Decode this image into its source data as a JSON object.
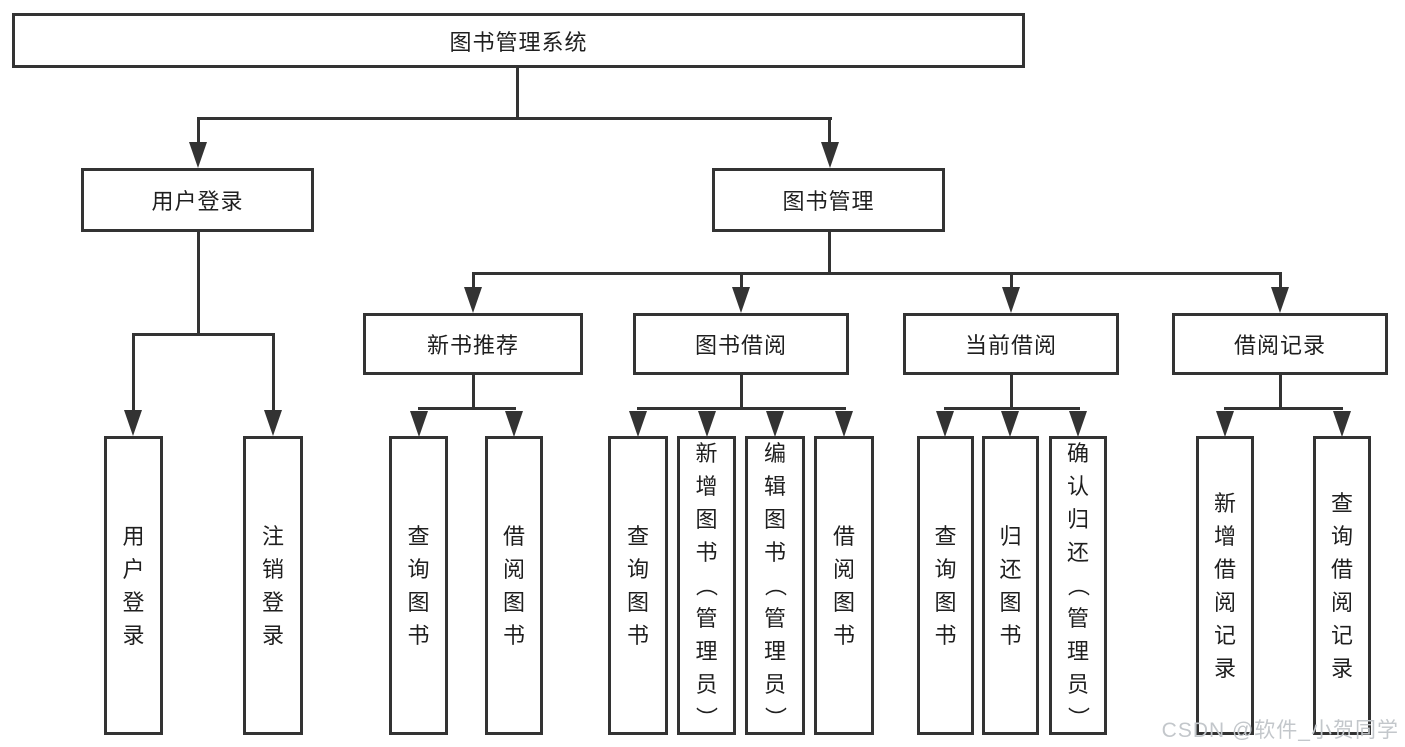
{
  "tree": {
    "label": "图书管理系统",
    "children": [
      {
        "label": "用户登录",
        "children": [
          {
            "label": "用户登录"
          },
          {
            "label": "注销登录"
          }
        ]
      },
      {
        "label": "图书管理",
        "children": [
          {
            "label": "新书推荐",
            "children": [
              {
                "label": "查询图书"
              },
              {
                "label": "借阅图书"
              }
            ]
          },
          {
            "label": "图书借阅",
            "children": [
              {
                "label": "查询图书"
              },
              {
                "label": "新增图书（管理员）"
              },
              {
                "label": "编辑图书（管理员）"
              },
              {
                "label": "借阅图书"
              }
            ]
          },
          {
            "label": "当前借阅",
            "children": [
              {
                "label": "查询图书"
              },
              {
                "label": "归还图书"
              },
              {
                "label": "确认归还（管理员）"
              }
            ]
          },
          {
            "label": "借阅记录",
            "children": [
              {
                "label": "新增借阅记录"
              },
              {
                "label": "查询借阅记录"
              }
            ]
          }
        ]
      }
    ]
  },
  "watermark": {
    "text": "CSDN @软件_小贺同学"
  },
  "colors": {
    "line": "#333333",
    "text": "#1f1f1f",
    "box_fill": "#ffffff",
    "background": "#ffffff",
    "watermark": "#c3c7cb"
  }
}
